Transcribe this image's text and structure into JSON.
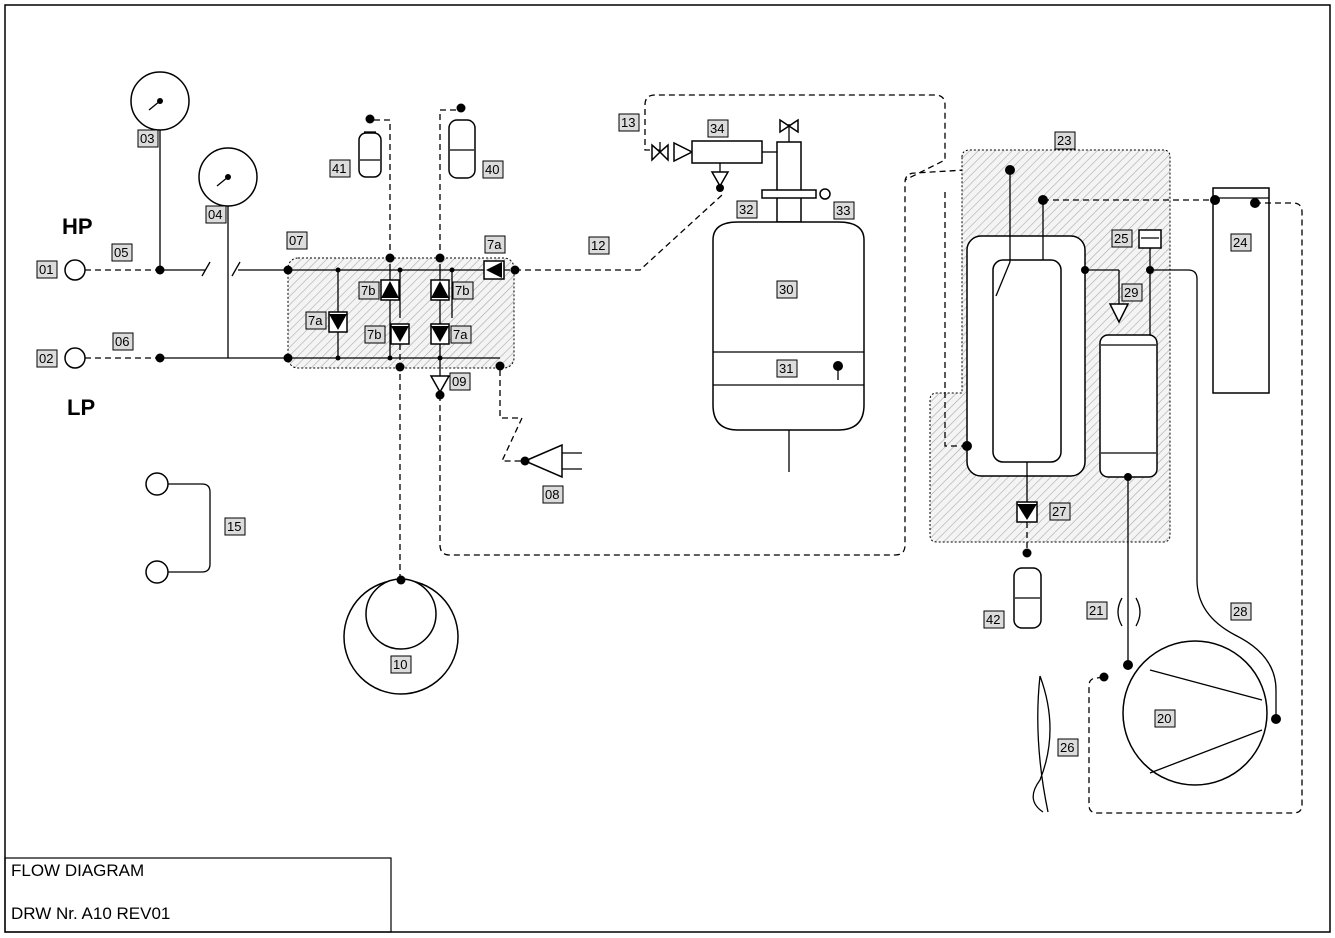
{
  "pressure_labels": {
    "high": "HP",
    "low": "LP"
  },
  "title_block": {
    "title": "FLOW DIAGRAM",
    "drawing_number": "DRW Nr. A10 REV01"
  },
  "tags": {
    "t01": "01",
    "t02": "02",
    "t03": "03",
    "t04": "04",
    "t05": "05",
    "t06": "06",
    "t07": "07",
    "t08": "08",
    "t09": "09",
    "t10": "10",
    "t12": "12",
    "t13": "13",
    "t15": "15",
    "t20": "20",
    "t21": "21",
    "t23": "23",
    "t24": "24",
    "t25": "25",
    "t26": "26",
    "t27": "27",
    "t28": "28",
    "t29": "29",
    "t30": "30",
    "t31": "31",
    "t32": "32",
    "t33": "33",
    "t34": "34",
    "t40": "40",
    "t41": "41",
    "t42": "42",
    "t7a_left": "7a",
    "t7a_top": "7a",
    "t7a_bottom": "7a",
    "t7b_left": "7b",
    "t7b_right": "7b",
    "t7b_bottom": "7b"
  }
}
